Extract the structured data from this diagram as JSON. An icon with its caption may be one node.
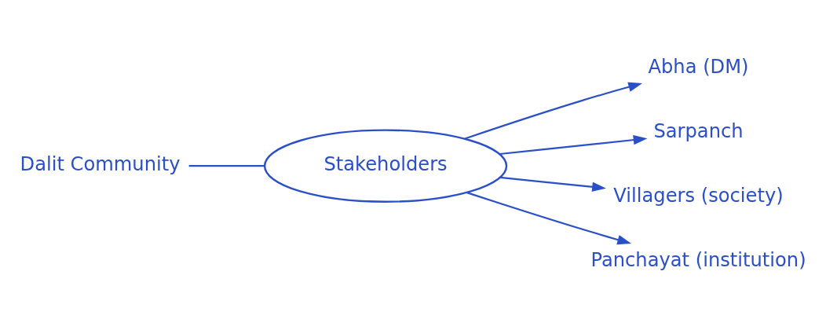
{
  "diagram": {
    "nodes": [
      {
        "text": [
          "Dalit Community"
        ]
      },
      {
        "text": [
          "Stakeholders"
        ]
      },
      {
        "text": [
          "Abha (DM)"
        ]
      },
      {
        "text": [
          "Sarpanch"
        ]
      },
      {
        "text": [
          "Villagers (society)"
        ]
      },
      {
        "text": [
          "Panchayat (institution)"
        ]
      }
    ],
    "edges": [
      {
        "from": 0,
        "to": 1,
        "arrow": "none"
      },
      {
        "from": 1,
        "to": 2,
        "arrow": "to"
      },
      {
        "from": 1,
        "to": 3,
        "arrow": "to"
      },
      {
        "from": 1,
        "to": 4,
        "arrow": "to"
      },
      {
        "from": 1,
        "to": 5,
        "arrow": "to"
      }
    ]
  }
}
